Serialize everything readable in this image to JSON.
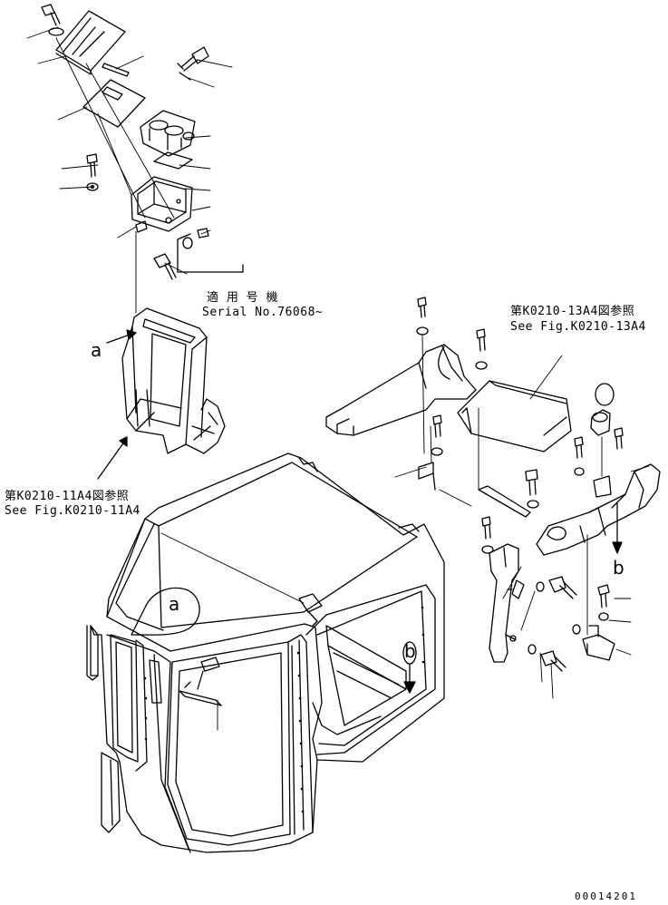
{
  "applicability": {
    "jp": "適 用 号 機",
    "en": "Serial No.76068~"
  },
  "ref_13a4": {
    "jp": "第K0210-13A4図参照",
    "en": "See Fig.K0210-13A4"
  },
  "ref_11a4": {
    "jp": "第K0210-11A4図参照",
    "en": "See Fig.K0210-11A4"
  },
  "markers": {
    "a_left": "a",
    "a_balloon": "a",
    "b_right": "b",
    "b_cab": "b"
  },
  "drawing_number": "00014201"
}
